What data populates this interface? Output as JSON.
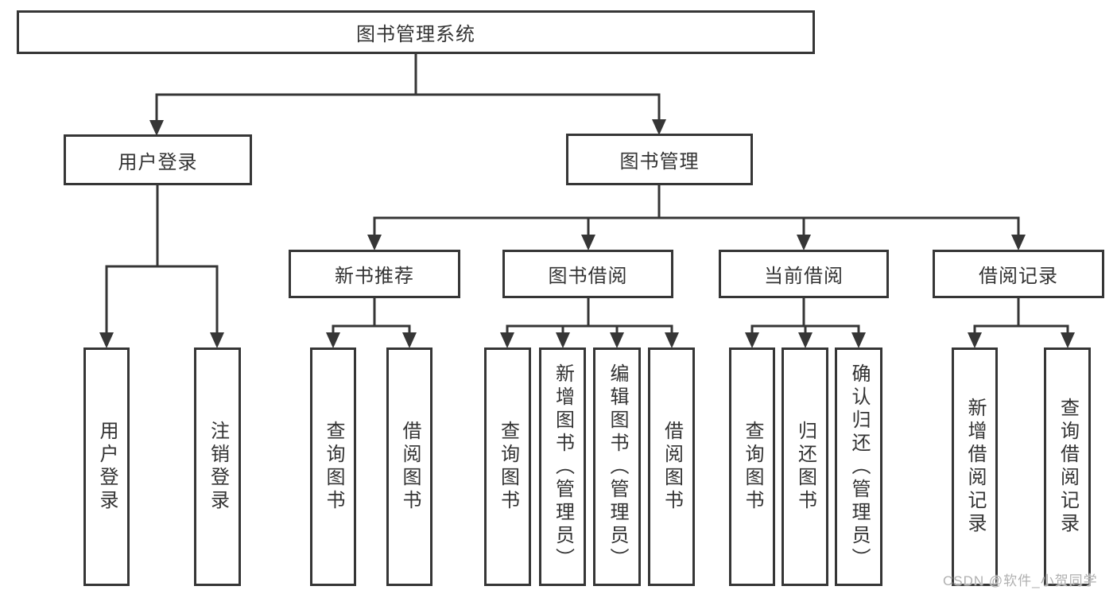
{
  "diagram": {
    "root": {
      "label": "图书管理系统"
    },
    "level2": [
      {
        "label": "用户登录"
      },
      {
        "label": "图书管理"
      }
    ],
    "level3": [
      {
        "label": "新书推荐"
      },
      {
        "label": "图书借阅"
      },
      {
        "label": "当前借阅"
      },
      {
        "label": "借阅记录"
      }
    ],
    "leaves": [
      {
        "label": "用户登录",
        "parent": "用户登录"
      },
      {
        "label": "注销登录",
        "parent": "用户登录"
      },
      {
        "label": "查询图书",
        "parent": "新书推荐"
      },
      {
        "label": "借阅图书",
        "parent": "新书推荐"
      },
      {
        "label": "查询图书",
        "parent": "图书借阅"
      },
      {
        "label": "新增图书（管理员）",
        "parent": "图书借阅"
      },
      {
        "label": "编辑图书（管理员）",
        "parent": "图书借阅"
      },
      {
        "label": "借阅图书",
        "parent": "图书借阅"
      },
      {
        "label": "查询图书",
        "parent": "当前借阅"
      },
      {
        "label": "归还图书",
        "parent": "当前借阅"
      },
      {
        "label": "确认归还（管理员）",
        "parent": "当前借阅"
      },
      {
        "label": "新增借阅记录",
        "parent": "借阅记录"
      },
      {
        "label": "查询借阅记录",
        "parent": "借阅记录"
      }
    ]
  },
  "watermark": {
    "text": "CSDN @软件_小贺同学"
  },
  "colors": {
    "line": "#363636",
    "text": "#333333",
    "box_background": "#ffffff",
    "watermark": "#b0b0b0",
    "background": "#ffffff"
  }
}
